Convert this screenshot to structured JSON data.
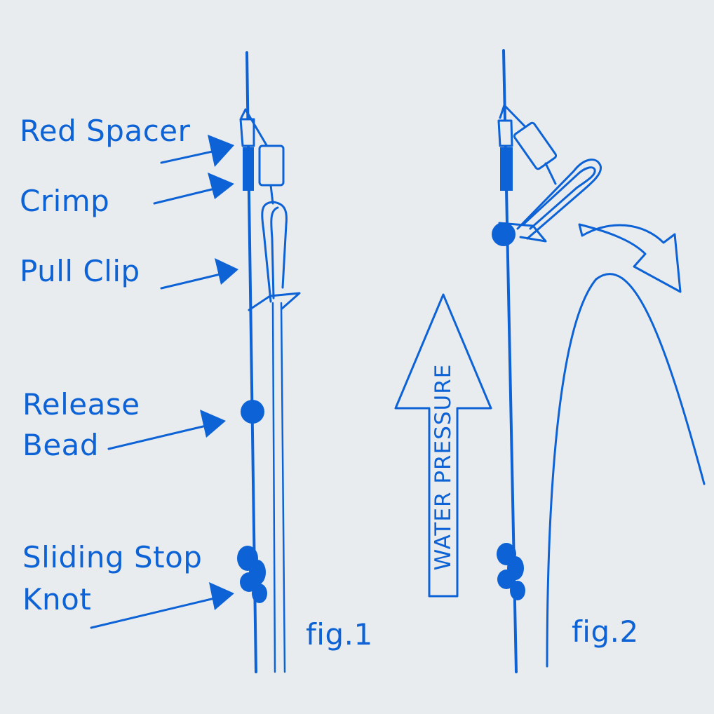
{
  "labels": {
    "red_spacer": "Red Spacer",
    "crimp": "Crimp",
    "pull_clip": "Pull Clip",
    "release_bead_line1": "Release",
    "release_bead_line2": "Bead",
    "sliding_stop_knot_line1": "Sliding Stop",
    "sliding_stop_knot_line2": "Knot"
  },
  "figures": {
    "fig1": "fig.1",
    "fig2": "fig.2"
  },
  "arrow_text": "WATER PRESSURE",
  "colors": {
    "ink": "#0d63d6",
    "background": "#e9ecee"
  }
}
